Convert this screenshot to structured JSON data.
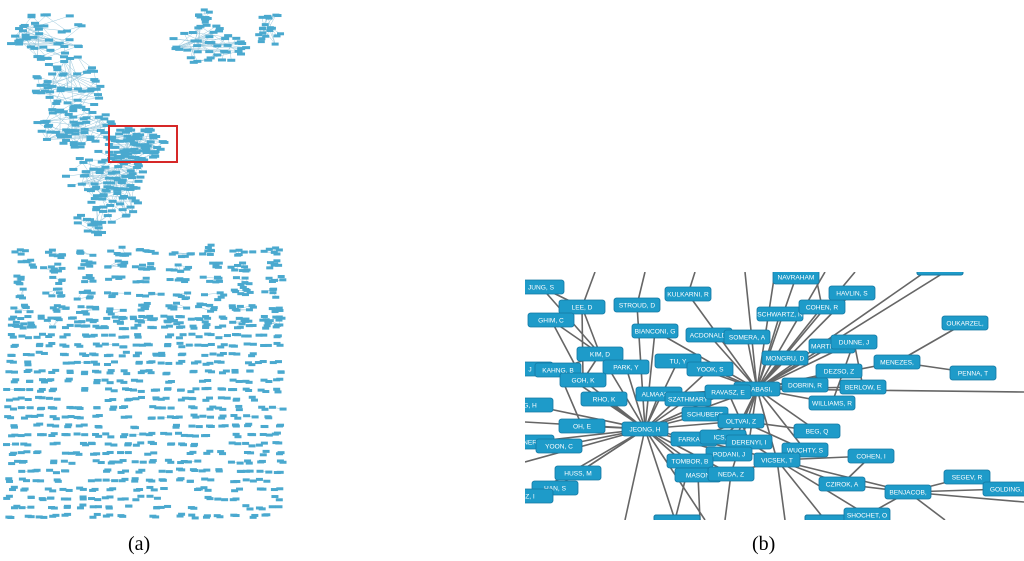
{
  "captions": {
    "a": "(a)",
    "b": "(b)"
  },
  "colors": {
    "node_fill": "#1e9bc9",
    "node_stroke": "#1478a3",
    "edge": "#666666",
    "mini_node": "#4aa9cf",
    "mini_edge": "#9cc9dd",
    "highlight": "#d62828",
    "label": "#ffffff"
  },
  "detail_nodes": [
    {
      "id": "jung",
      "label": "JUNG, S"
    },
    {
      "id": "lee",
      "label": "LEE, D"
    },
    {
      "id": "stroud",
      "label": "STROUD, D"
    },
    {
      "id": "kulkarni",
      "label": "KULKARNI, R"
    },
    {
      "id": "navrahami",
      "label": "NAVRAHAM"
    },
    {
      "id": "ghim",
      "label": "GHIM, C"
    },
    {
      "id": "schwartz",
      "label": "SCHWARTZ, N"
    },
    {
      "id": "cohen_r",
      "label": "COHEN, R"
    },
    {
      "id": "havlin",
      "label": "HAVLIN, S"
    },
    {
      "id": "oukarzel",
      "label": "OUKARZEL,"
    },
    {
      "id": "bianconi",
      "label": "BIANCONI, G"
    },
    {
      "id": "acdonald",
      "label": "ACDONALD,"
    },
    {
      "id": "somera",
      "label": "SOMERA, A"
    },
    {
      "id": "martinez",
      "label": "MARTINEZ, N"
    },
    {
      "id": "dunne",
      "label": "DUNNE, J"
    },
    {
      "id": "kim",
      "label": "KIM, D"
    },
    {
      "id": "mongru",
      "label": "MONGRU, D"
    },
    {
      "id": "menezes",
      "label": "MENEZES,"
    },
    {
      "id": "j_left",
      "label": "J"
    },
    {
      "id": "kahng",
      "label": "KAHNG, B"
    },
    {
      "id": "park",
      "label": "PARK, Y"
    },
    {
      "id": "tu",
      "label": "TU, Y"
    },
    {
      "id": "yook",
      "label": "YOOK, S"
    },
    {
      "id": "dezso",
      "label": "DEZSO, Z"
    },
    {
      "id": "penna",
      "label": "PENNA, T"
    },
    {
      "id": "goh",
      "label": "GOH, K"
    },
    {
      "id": "barabasi",
      "label": "ARABASI,"
    },
    {
      "id": "dobrin",
      "label": "DOBRIN, R"
    },
    {
      "id": "berlow",
      "label": "BERLOW, E"
    },
    {
      "id": "almaas",
      "label": "ALMAAS, E"
    },
    {
      "id": "szathmary",
      "label": "SZATHMARY"
    },
    {
      "id": "ravasz",
      "label": "RAVASZ, E"
    },
    {
      "id": "williams",
      "label": "WILLIAMS, R"
    },
    {
      "id": "g_h",
      "label": "G, H"
    },
    {
      "id": "rho",
      "label": "RHO, K"
    },
    {
      "id": "schubert",
      "label": "SCHUBERT"
    },
    {
      "id": "oltvai",
      "label": "OLTVAI, Z"
    },
    {
      "id": "beg",
      "label": "BEG, Q"
    },
    {
      "id": "oh",
      "label": "OH, E"
    },
    {
      "id": "jeong",
      "label": "JEONG, H"
    },
    {
      "id": "ner",
      "label": "NER,"
    },
    {
      "id": "farkas",
      "label": "FARKAS, I"
    },
    {
      "id": "ics",
      "label": "ICS, B"
    },
    {
      "id": "derenyi",
      "label": "DERENYI, I"
    },
    {
      "id": "yoon",
      "label": "YOON, C"
    },
    {
      "id": "wuchty",
      "label": "WUCHTY, S"
    },
    {
      "id": "podani",
      "label": "PODANI, J"
    },
    {
      "id": "cohen_i",
      "label": "COHEN, I"
    },
    {
      "id": "tombor",
      "label": "TOMBOR, B"
    },
    {
      "id": "vicsek",
      "label": "VICSEK, T"
    },
    {
      "id": "huss",
      "label": "HUSS, M"
    },
    {
      "id": "mason",
      "label": "MASON"
    },
    {
      "id": "neda",
      "label": "NEDA, Z"
    },
    {
      "id": "segev",
      "label": "SEGEV, R"
    },
    {
      "id": "czirok",
      "label": "CZIROK, A"
    },
    {
      "id": "han",
      "label": "HAN, S"
    },
    {
      "id": "benjacob",
      "label": "BENJACOB,"
    },
    {
      "id": "golding",
      "label": "GOLDING,"
    },
    {
      "id": "z_left",
      "label": "Z, I"
    },
    {
      "id": "shochet",
      "label": "SHOCHET, O"
    }
  ],
  "detail_edges": [
    [
      "jeong",
      "barabasi"
    ],
    [
      "jeong",
      "almaas"
    ],
    [
      "jeong",
      "ravasz"
    ],
    [
      "jeong",
      "oltvai"
    ],
    [
      "jeong",
      "kim"
    ],
    [
      "jeong",
      "kahng"
    ],
    [
      "jeong",
      "goh"
    ],
    [
      "jeong",
      "oh"
    ],
    [
      "jeong",
      "yoon"
    ],
    [
      "jeong",
      "huss"
    ],
    [
      "jeong",
      "han"
    ],
    [
      "jeong",
      "rho"
    ],
    [
      "jeong",
      "g_h"
    ],
    [
      "jeong",
      "ner"
    ],
    [
      "jeong",
      "park"
    ],
    [
      "jeong",
      "tu"
    ],
    [
      "jeong",
      "yook"
    ],
    [
      "jeong",
      "tombor"
    ],
    [
      "jeong",
      "mason"
    ],
    [
      "jeong",
      "neda"
    ],
    [
      "jeong",
      "podani"
    ],
    [
      "jeong",
      "farkas"
    ],
    [
      "jeong",
      "schubert"
    ],
    [
      "jeong",
      "szathmary"
    ],
    [
      "jeong",
      "bianconi"
    ],
    [
      "jeong",
      "stroud"
    ],
    [
      "jeong",
      "z_left"
    ],
    [
      "barabasi",
      "almaas"
    ],
    [
      "barabasi",
      "ravasz"
    ],
    [
      "barabasi",
      "oltvai"
    ],
    [
      "barabasi",
      "dezso"
    ],
    [
      "barabasi",
      "dobrin"
    ],
    [
      "barabasi",
      "mongru"
    ],
    [
      "barabasi",
      "somera"
    ],
    [
      "barabasi",
      "schwartz"
    ],
    [
      "barabasi",
      "cohen_r"
    ],
    [
      "barabasi",
      "havlin"
    ],
    [
      "barabasi",
      "navrahami"
    ],
    [
      "barabasi",
      "martinez"
    ],
    [
      "barabasi",
      "dunne"
    ],
    [
      "barabasi",
      "berlow"
    ],
    [
      "barabasi",
      "williams"
    ],
    [
      "barabasi",
      "vicsek"
    ],
    [
      "barabasi",
      "derenyi"
    ],
    [
      "barabasi",
      "beg"
    ],
    [
      "barabasi",
      "wuchty"
    ],
    [
      "barabasi",
      "yook"
    ],
    [
      "barabasi",
      "tu"
    ],
    [
      "barabasi",
      "kulkarni"
    ],
    [
      "barabasi",
      "acdonald"
    ],
    [
      "barabasi",
      "bianconi"
    ],
    [
      "barabasi",
      "neda"
    ],
    [
      "barabasi",
      "podani"
    ],
    [
      "barabasi",
      "menezes"
    ],
    [
      "kim",
      "kahng"
    ],
    [
      "kim",
      "goh"
    ],
    [
      "kim",
      "park"
    ],
    [
      "kim",
      "ghim"
    ],
    [
      "kim",
      "lee"
    ],
    [
      "kim",
      "jung"
    ],
    [
      "kahng",
      "goh"
    ],
    [
      "kahng",
      "j_left"
    ],
    [
      "kahng",
      "oh"
    ],
    [
      "goh",
      "lee"
    ],
    [
      "goh",
      "ghim"
    ],
    [
      "ghim",
      "lee"
    ],
    [
      "jung",
      "lee"
    ],
    [
      "oltvai",
      "schubert"
    ],
    [
      "oltvai",
      "ravasz"
    ],
    [
      "oltvai",
      "ics"
    ],
    [
      "oltvai",
      "derenyi"
    ],
    [
      "oltvai",
      "farkas"
    ],
    [
      "oltvai",
      "wuchty"
    ],
    [
      "oltvai",
      "beg"
    ],
    [
      "vicsek",
      "czirok"
    ],
    [
      "vicsek",
      "cohen_i"
    ],
    [
      "vicsek",
      "benjacob"
    ],
    [
      "vicsek",
      "neda"
    ],
    [
      "vicsek",
      "derenyi"
    ],
    [
      "vicsek",
      "farkas"
    ],
    [
      "vicsek",
      "shochet"
    ],
    [
      "cohen_i",
      "czirok"
    ],
    [
      "czirok",
      "benjacob"
    ],
    [
      "benjacob",
      "segev"
    ],
    [
      "benjacob",
      "golding"
    ],
    [
      "benjacob",
      "shochet"
    ],
    [
      "segev",
      "golding"
    ],
    [
      "menezes",
      "penna"
    ],
    [
      "menezes",
      "oukarzel"
    ],
    [
      "martinez",
      "dunne"
    ],
    [
      "dunne",
      "berlow"
    ],
    [
      "dunne",
      "williams"
    ],
    [
      "havlin",
      "cohen_r"
    ],
    [
      "schwartz",
      "cohen_r"
    ],
    [
      "podani",
      "tombor"
    ],
    [
      "mason",
      "tombor"
    ],
    [
      "somera",
      "acdonald"
    ]
  ]
}
